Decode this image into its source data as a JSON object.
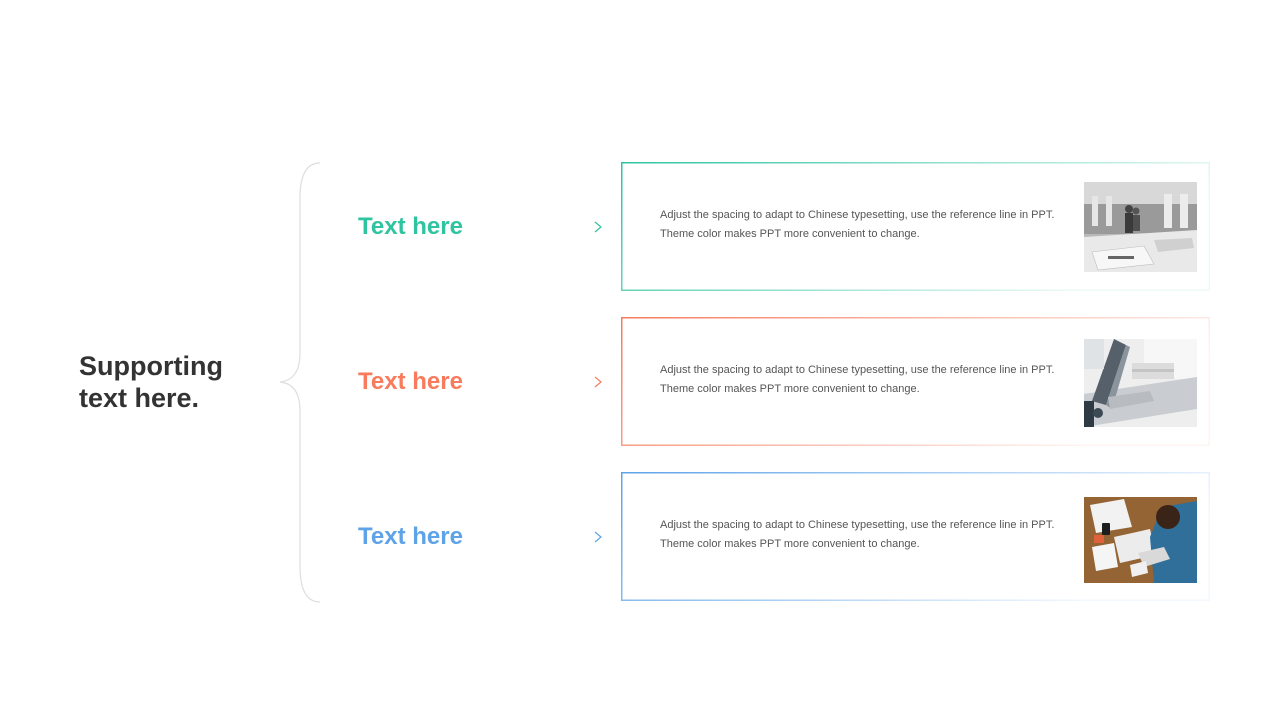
{
  "supporting_text": {
    "line1": "Supporting",
    "line2": "text here."
  },
  "colors": {
    "teal": "#2ec4a0",
    "coral": "#f77b5c",
    "blue": "#5ea3e8",
    "heading": "#333333",
    "body": "#555555"
  },
  "rows": [
    {
      "label": "Text here",
      "color": "teal",
      "text_line1": "Adjust the spacing to adapt to Chinese typesetting,  use the reference  line in PPT.",
      "text_line2": "Theme  color makes PPT more convenient  to change.",
      "image": "office-meeting-photo"
    },
    {
      "label": "Text here",
      "color": "coral",
      "text_line1": "Adjust the spacing to adapt to Chinese typesetting,  use the reference  line in PPT.",
      "text_line2": "Theme  color makes PPT more convenient  to change.",
      "image": "laptop-desk-photo"
    },
    {
      "label": "Text here",
      "color": "blue",
      "text_line1": "Adjust the spacing to adapt to Chinese typesetting,  use the reference  line in PPT.",
      "text_line2": "Theme  color makes PPT more convenient  to change.",
      "image": "working-with-papers-photo"
    }
  ]
}
